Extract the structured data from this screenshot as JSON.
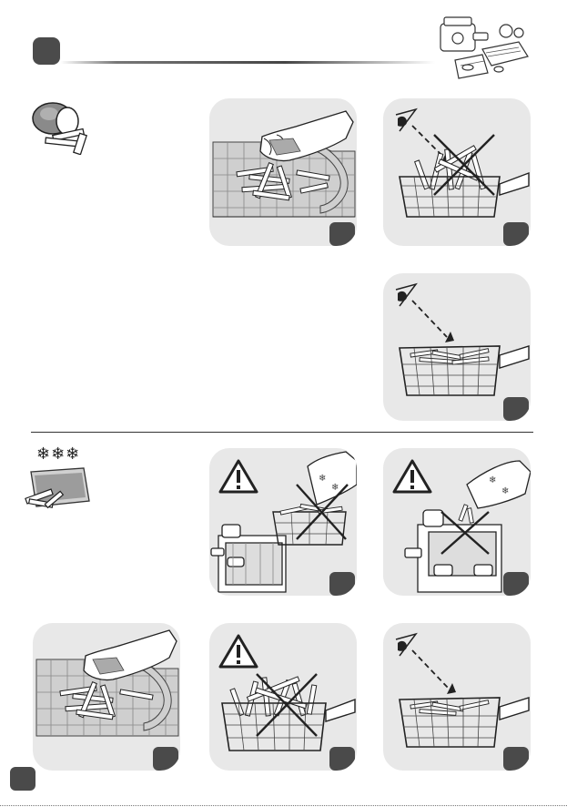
{
  "page": {
    "page_number": "",
    "section_number": "",
    "snowflakes": "❄❄❄"
  },
  "steps": [
    {
      "id": "fresh-dry",
      "badge": ""
    },
    {
      "id": "fresh-overfill",
      "badge": ""
    },
    {
      "id": "fresh-correct-fill",
      "badge": ""
    },
    {
      "id": "frozen-over-fryer",
      "badge": ""
    },
    {
      "id": "frozen-into-basket",
      "badge": ""
    },
    {
      "id": "frozen-dry",
      "badge": ""
    },
    {
      "id": "frozen-overfill",
      "badge": ""
    },
    {
      "id": "frozen-correct-fill",
      "badge": ""
    }
  ],
  "colors": {
    "panel": "#e8e8e8",
    "badge": "#4a4a4a",
    "line": "#222222"
  }
}
